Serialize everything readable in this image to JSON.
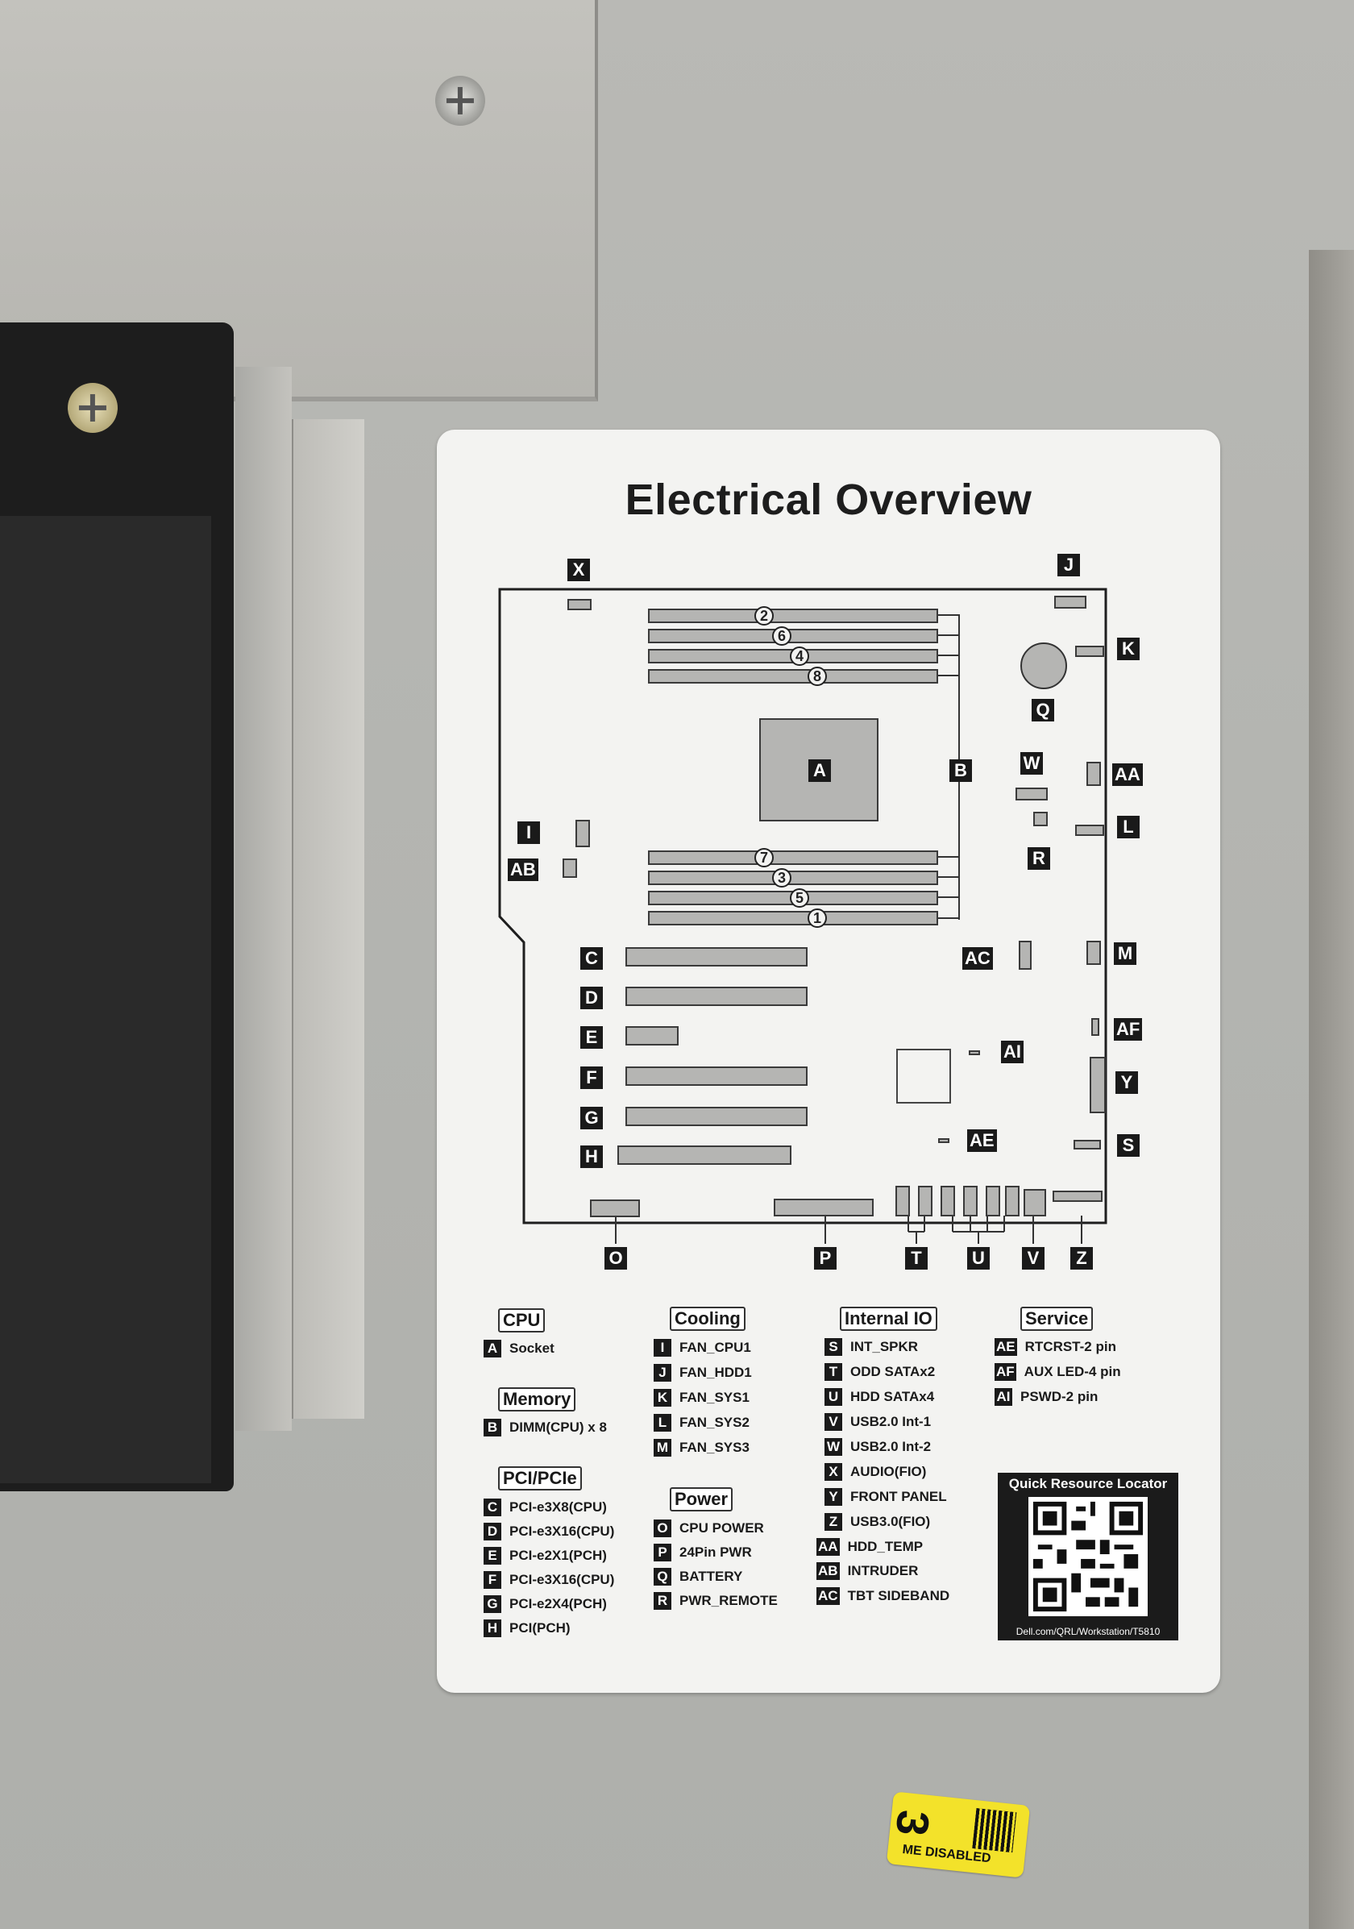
{
  "title": "Electrical Overview",
  "board_tags": {
    "X": "X",
    "J": "J",
    "K": "K",
    "Q": "Q",
    "A": "A",
    "B": "B",
    "W": "W",
    "AA": "AA",
    "L": "L",
    "R": "R",
    "I": "I",
    "AB": "AB",
    "C": "C",
    "D": "D",
    "E": "E",
    "F": "F",
    "G": "G",
    "H": "H",
    "AC": "AC",
    "M": "M",
    "AF": "AF",
    "AI": "AI",
    "Y": "Y",
    "AE": "AE",
    "S": "S",
    "O": "O",
    "P": "P",
    "T": "T",
    "U": "U",
    "V": "V",
    "Z": "Z"
  },
  "dimm_numbers": [
    "2",
    "6",
    "4",
    "8",
    "7",
    "3",
    "5",
    "1"
  ],
  "legend": {
    "cpu": {
      "heading": "CPU",
      "items": [
        {
          "k": "A",
          "v": "Socket"
        }
      ]
    },
    "memory": {
      "heading": "Memory",
      "items": [
        {
          "k": "B",
          "v": "DIMM(CPU) x 8"
        }
      ]
    },
    "pci": {
      "heading": "PCI/PCIe",
      "items": [
        {
          "k": "C",
          "v": "PCI-e3X8(CPU)"
        },
        {
          "k": "D",
          "v": "PCI-e3X16(CPU)"
        },
        {
          "k": "E",
          "v": "PCI-e2X1(PCH)"
        },
        {
          "k": "F",
          "v": "PCI-e3X16(CPU)"
        },
        {
          "k": "G",
          "v": "PCI-e2X4(PCH)"
        },
        {
          "k": "H",
          "v": "PCI(PCH)"
        }
      ]
    },
    "cooling": {
      "heading": "Cooling",
      "items": [
        {
          "k": "I",
          "v": "FAN_CPU1"
        },
        {
          "k": "J",
          "v": "FAN_HDD1"
        },
        {
          "k": "K",
          "v": "FAN_SYS1"
        },
        {
          "k": "L",
          "v": "FAN_SYS2"
        },
        {
          "k": "M",
          "v": "FAN_SYS3"
        }
      ]
    },
    "power": {
      "heading": "Power",
      "items": [
        {
          "k": "O",
          "v": "CPU POWER"
        },
        {
          "k": "P",
          "v": "24Pin PWR"
        },
        {
          "k": "Q",
          "v": "BATTERY"
        },
        {
          "k": "R",
          "v": "PWR_REMOTE"
        }
      ]
    },
    "internal_io": {
      "heading": "Internal IO",
      "items": [
        {
          "k": "S",
          "v": "INT_SPKR"
        },
        {
          "k": "T",
          "v": "ODD SATAx2"
        },
        {
          "k": "U",
          "v": "HDD SATAx4"
        },
        {
          "k": "V",
          "v": "USB2.0 Int-1"
        },
        {
          "k": "W",
          "v": "USB2.0 Int-2"
        },
        {
          "k": "X",
          "v": "AUDIO(FIO)"
        },
        {
          "k": "Y",
          "v": "FRONT PANEL"
        },
        {
          "k": "Z",
          "v": "USB3.0(FIO)"
        },
        {
          "k": "AA",
          "v": "HDD_TEMP"
        },
        {
          "k": "AB",
          "v": "INTRUDER"
        },
        {
          "k": "AC",
          "v": "TBT SIDEBAND"
        }
      ]
    },
    "service": {
      "heading": "Service",
      "items": [
        {
          "k": "AE",
          "v": "RTCRST-2 pin"
        },
        {
          "k": "AF",
          "v": "AUX LED-4 pin"
        },
        {
          "k": "AI",
          "v": "PSWD-2 pin"
        }
      ]
    }
  },
  "qr": {
    "title": "Quick Resource Locator",
    "url": "Dell.com/QRL/Workstation/T5810"
  },
  "sticker": {
    "number": "3",
    "text": "ME DISABLED"
  }
}
